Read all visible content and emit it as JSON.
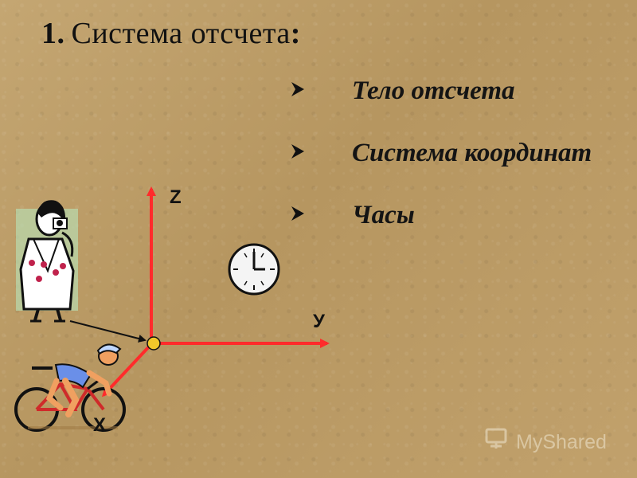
{
  "title": {
    "number": "1.",
    "text": "Система отсчета",
    "colon": ":"
  },
  "bullets": [
    {
      "label": "Тело отсчета"
    },
    {
      "label": "Система координат"
    },
    {
      "label": "Часы"
    }
  ],
  "axes": {
    "z_label": "Z",
    "y_label": "У",
    "x_label": "X"
  },
  "watermark": {
    "text": "MyShared"
  },
  "colors": {
    "axis": "#ff2b2b",
    "origin": "#f2c72a",
    "background": "#bb9a66"
  },
  "icons": {
    "bullet": "arrowhead-icon",
    "clock": "clock-icon",
    "observer": "photographer-icon",
    "cyclist": "cyclist-icon"
  }
}
